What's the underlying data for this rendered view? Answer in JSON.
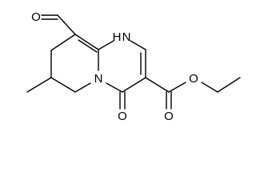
{
  "molecule": {
    "atom_labels": {
      "formyl_oxygen": "O",
      "ring_nh": "H",
      "ring_nh_n": "N",
      "bridge_nitrogen": "N",
      "ketone_oxygen": "O",
      "ester_carbonyl_oxygen": "O",
      "ester_ether_oxygen": "O"
    }
  }
}
